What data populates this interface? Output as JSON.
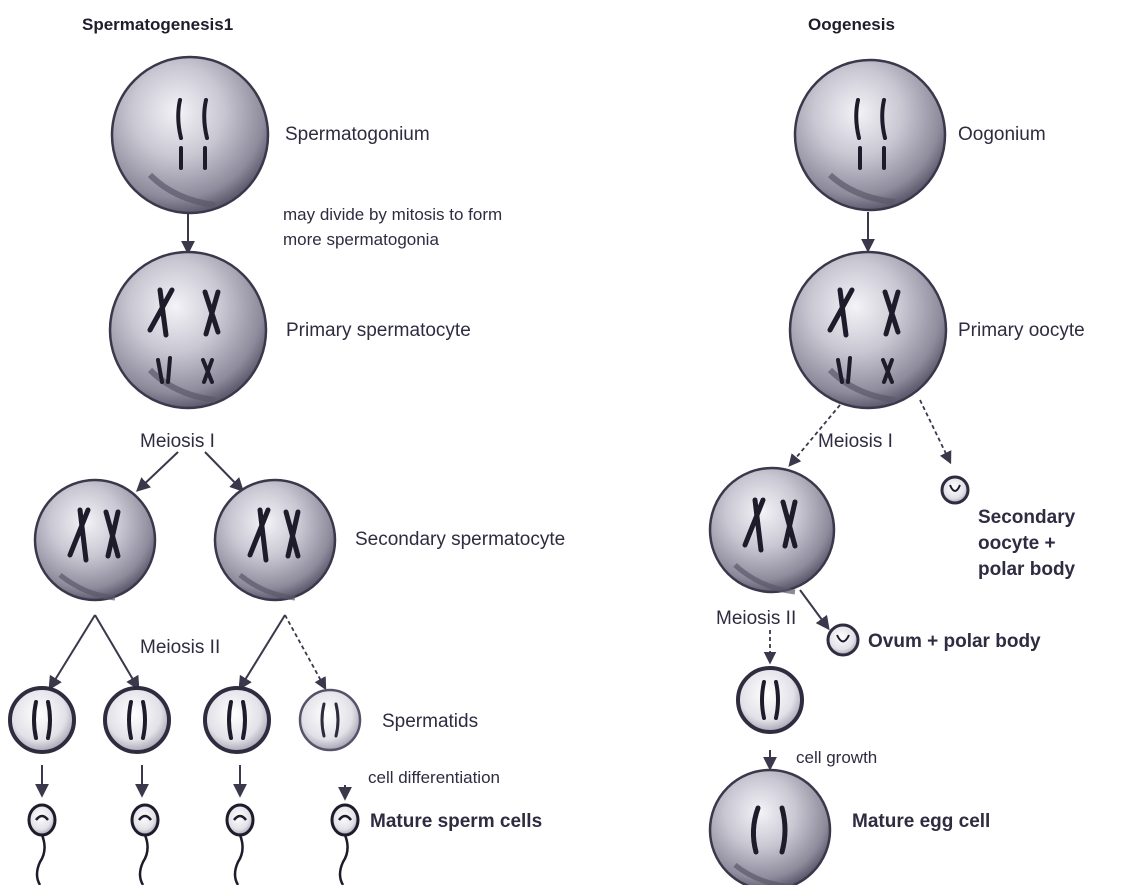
{
  "spermatogenesis": {
    "title": "Spermatogenesis1",
    "spermatogonium": "Spermatogonium",
    "mitosis_note_1": "may divide by mitosis to form",
    "mitosis_note_2": "more spermatogonia",
    "primary": "Primary spermatocyte",
    "meiosis1": "Meiosis I",
    "secondary": "Secondary spermatocyte",
    "meiosis2": "Meiosis II",
    "spermatids": "Spermatids",
    "differentiation": "cell differentiation",
    "mature": "Mature sperm cells"
  },
  "oogenesis": {
    "title": "Oogenesis",
    "oogonium": "Oogonium",
    "primary": "Primary oocyte",
    "meiosis1": "Meiosis I",
    "secondary_1": "Secondary",
    "secondary_2": "oocyte +",
    "secondary_3": "polar body",
    "meiosis2": "Meiosis II",
    "ovum": "Ovum + polar body",
    "growth": "cell growth",
    "mature": "Mature egg cell"
  },
  "colors": {
    "cell_fill": "#9a98a8",
    "cell_edge": "#3a384a",
    "chromosome": "#1e1c2a",
    "text": "#2e2c40"
  }
}
